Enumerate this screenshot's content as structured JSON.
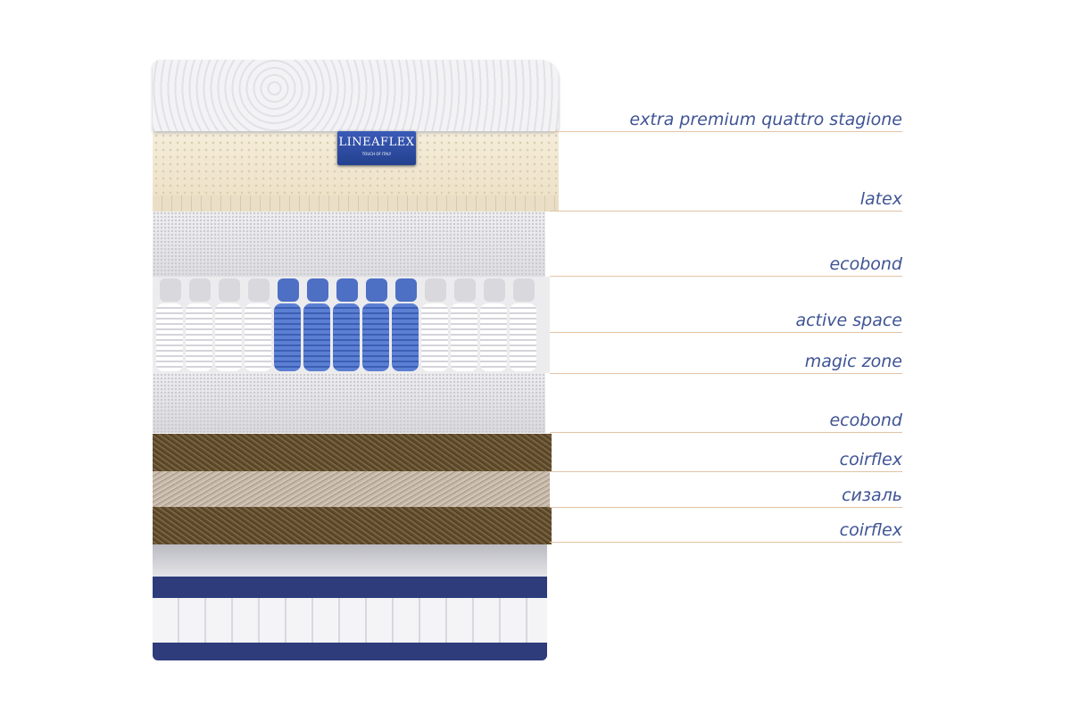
{
  "brand": {
    "name": "LINEAFLEX",
    "tagline": "TOUCH OF ITALY"
  },
  "layers": [
    {
      "label": "extra premium quattro stagione"
    },
    {
      "label": "latex"
    },
    {
      "label": "ecobond"
    },
    {
      "label": "active space"
    },
    {
      "label": "magic zone"
    },
    {
      "label": "ecobond"
    },
    {
      "label": "coirflex"
    },
    {
      "label": "сизаль"
    },
    {
      "label": "coirflex"
    }
  ],
  "colors": {
    "label": "#3f5494",
    "leader_line": "#e3c3a5",
    "spring_blue": "#4d6fc4",
    "base_band": "#2e3c7c"
  }
}
